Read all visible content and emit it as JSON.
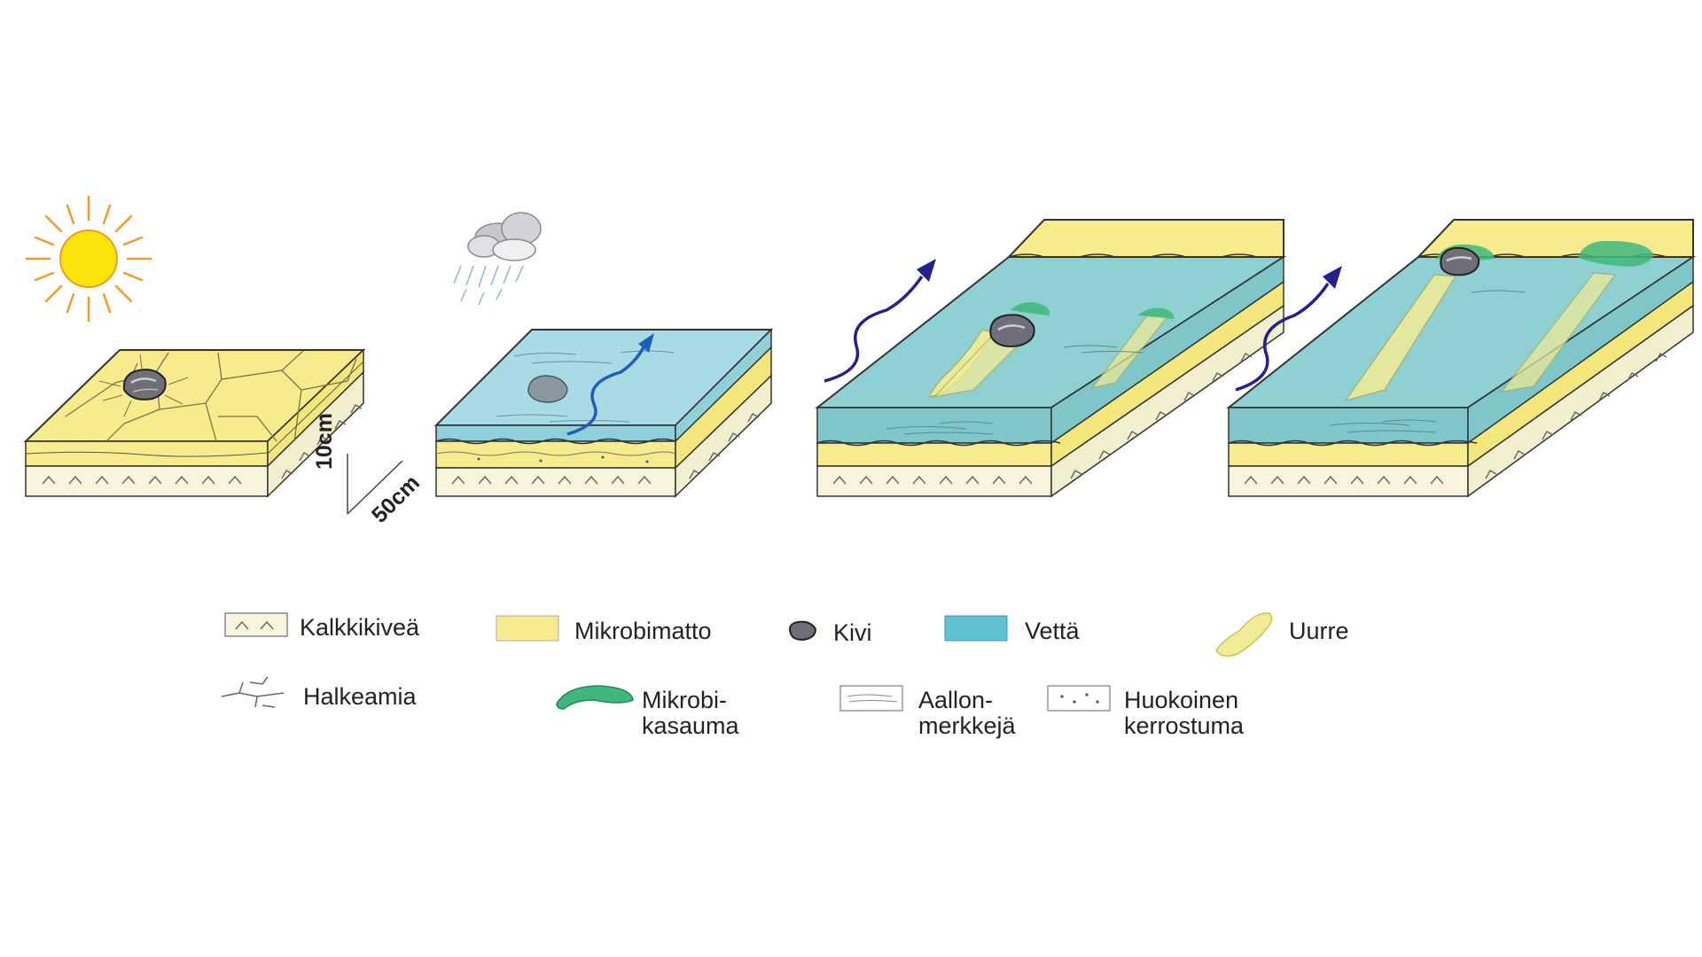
{
  "scale": {
    "height": "10cm",
    "length": "50cm"
  },
  "legend": [
    {
      "id": "limestone",
      "label": "Kalkkikiveä"
    },
    {
      "id": "mat",
      "label": "Mikrobimatto"
    },
    {
      "id": "stone",
      "label": "Kivi"
    },
    {
      "id": "water",
      "label": "Vettä"
    },
    {
      "id": "groove",
      "label": "Uurre"
    },
    {
      "id": "cracks",
      "label": "Halkeamia"
    },
    {
      "id": "microbial",
      "label_1": "Mikrobi-",
      "label_2": "kasauma"
    },
    {
      "id": "ripples",
      "label_1": "Aallon-",
      "label_2": "merkkejä"
    },
    {
      "id": "porous",
      "label_1": "Huokoinen",
      "label_2": "kerrostuma"
    }
  ],
  "colors": {
    "mat": "#f6ec8e",
    "limestone": "#f8f5dc",
    "water": "#8fd0da",
    "water_mid": "#7fc6c9",
    "microbial": "#3fb77c",
    "arrow_blue": "#1e5fb8",
    "arrow_navy": "#25218c",
    "sun": "#fbe40a",
    "sun_rays": "#f49a2a",
    "stone": "#6f6f77"
  },
  "icons": [
    "sun-icon",
    "rain-cloud-icon",
    "stone-icon",
    "flow-arrow-icon",
    "crack-icon"
  ]
}
